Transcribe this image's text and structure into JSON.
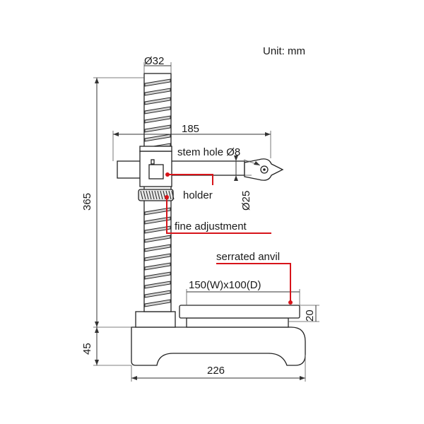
{
  "unit_note": "Unit: mm",
  "dimensions": {
    "column_diameter": "Ø32",
    "arm_reach": "185",
    "total_height": "365",
    "base_height": "45",
    "base_width": "226",
    "arm_diameter": "Ø25",
    "anvil_size": "150(W)x100(D)",
    "anvil_height": "20"
  },
  "callouts": {
    "stem_hole": "stem hole Ø8",
    "holder": "holder",
    "fine_adjustment": "fine adjustment",
    "serrated_anvil": "serrated anvil"
  },
  "colors": {
    "callout": "#d7141a",
    "line": "#222222"
  }
}
